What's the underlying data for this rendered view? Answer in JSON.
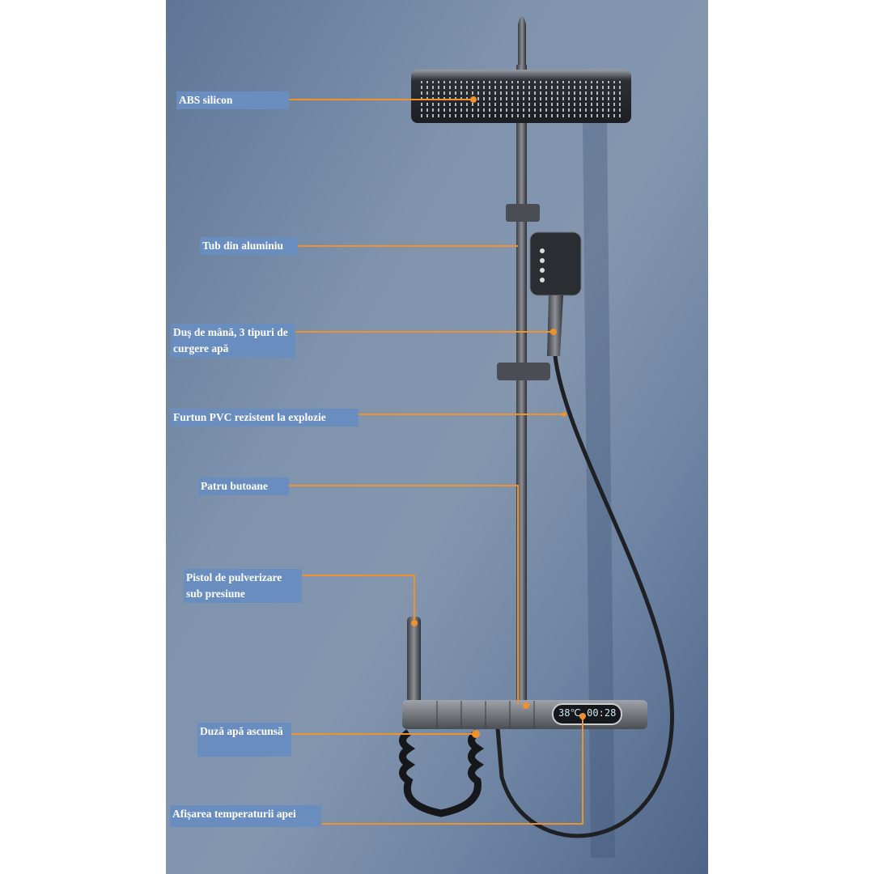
{
  "colors": {
    "accent_line": "#f0922b",
    "label_bg": "#6a8dc0",
    "label_text": "#ffffff"
  },
  "labels": [
    {
      "id": "abs-silicon",
      "text": "ABS silicon"
    },
    {
      "id": "tub",
      "text": "Tub din aluminiu"
    },
    {
      "id": "dus",
      "text": "Duș de mână, 3 tipuri de curgere apă"
    },
    {
      "id": "furtun",
      "text": "Furtun PVC rezistent la explozie"
    },
    {
      "id": "butoane",
      "text": "Patru butoane"
    },
    {
      "id": "pistol",
      "text": "Pistol de pulverizare sub presiune"
    },
    {
      "id": "duza",
      "text": "Duză apă ascunsă"
    },
    {
      "id": "afisare",
      "text": "Afișarea temperaturii apei"
    }
  ],
  "display": {
    "temperature": "38℃",
    "time": "00:28"
  }
}
